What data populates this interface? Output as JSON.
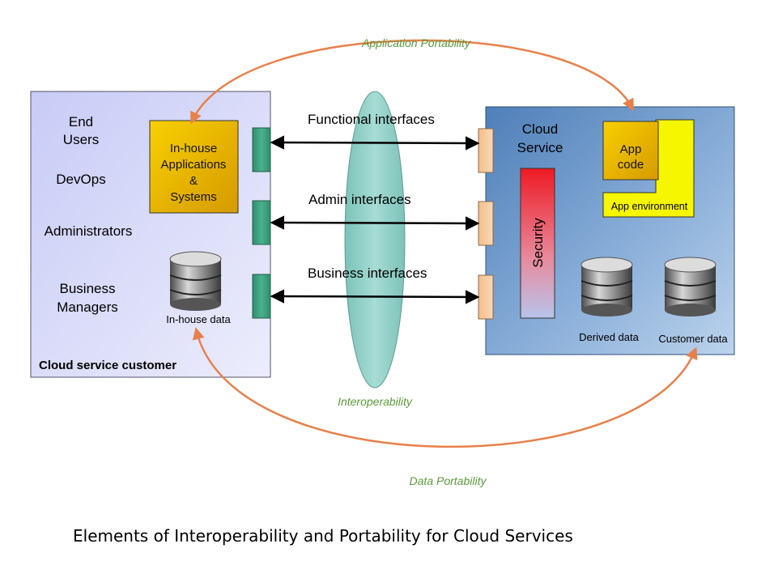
{
  "caption": "Elements of Interoperability and Portability for Cloud Services",
  "flows": {
    "application_portability": "Application Portability",
    "data_portability": "Data Portability",
    "interoperability": "Interoperability"
  },
  "customer": {
    "title": "Cloud service customer",
    "roles": [
      [
        "End",
        "Users"
      ],
      [
        "DevOps"
      ],
      [
        "Administrators"
      ],
      [
        "Business",
        "Managers"
      ]
    ],
    "apps_box": [
      "In-house",
      "Applications",
      "&",
      "Systems"
    ],
    "data_label": "In-house data"
  },
  "interfaces": [
    "Functional interfaces",
    "Admin interfaces",
    "Business interfaces"
  ],
  "service": {
    "title": [
      "Cloud",
      "Service"
    ],
    "security": "Security",
    "app_code": [
      "App",
      "code"
    ],
    "app_environment": "App environment",
    "derived_data": "Derived data",
    "customer_data": "Customer data"
  },
  "colors": {
    "portability_arrow": "#e8804a",
    "flow_label": "#5a9a3a",
    "interoperability_ellipse": "#8fcfc6",
    "customer_panel": "#d4d6f8",
    "service_panel": "#6a96c8",
    "app_box": "#f0b800",
    "app_environment": "#f4f400",
    "connector_left": "#3aa083",
    "connector_right": "#f6c89a"
  }
}
